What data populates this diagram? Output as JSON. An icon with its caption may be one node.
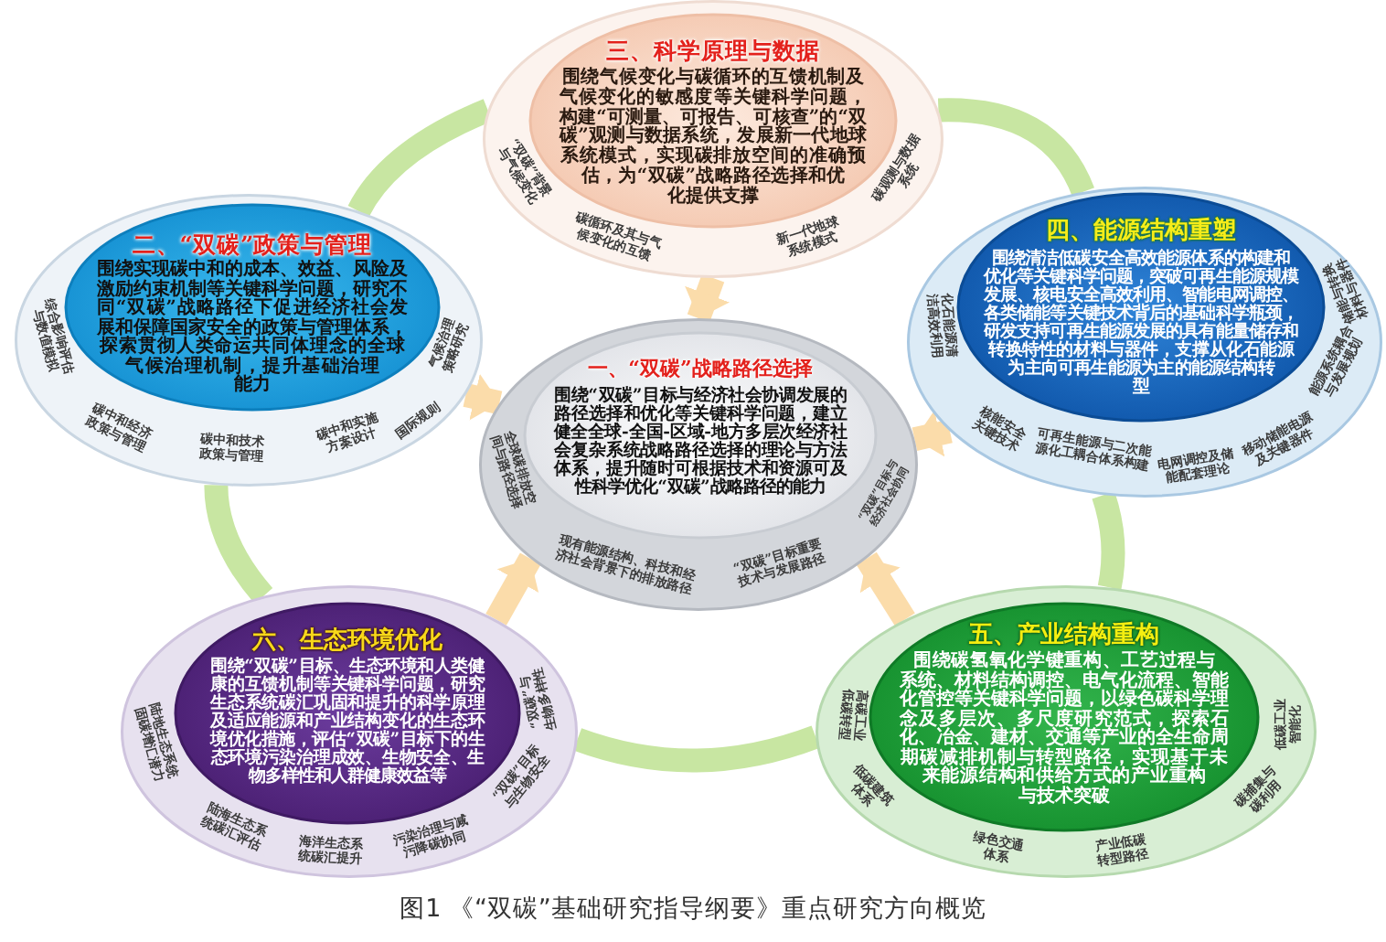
{
  "diagram": {
    "caption": "图1 《“双碳”基础研究指导纲要》重点研究方向概览",
    "nodes": [
      {
        "text": [
          "三、科学原理与数据",
          "围绕气候变化与碳循环的互馈机制及气候变化的敏感度等关键科学问题，构建“可测量、可报告、可核查”的“双碳”观测与数据系统，发展新一代地球系统模式，实现碳排放空间的准确预估，为“双碳”战略路径选择和优化提供支撑",
          "“双碳”背景与气候变化",
          "碳循环及其与气候变化的互馈",
          "新一代地球系统模式",
          "碳观测与数据系统"
        ]
      },
      {
        "text": [
          "二、“双碳”政策与管理",
          "围绕实现碳中和的成本、效益、风险及激励约束机制等关键科学问题，研究不同“双碳”战略路径下促进经济社会发展和保障国家安全的政策与管理体系，探索贯彻人类命运共同体理念的全球气候治理机制，提升基础治理能力",
          "综合影响评估与数值模拟",
          "碳中和经济政策与管理",
          "碳中和技术政策与管理",
          "碳中和实施方案设计",
          "气候治理策略研究",
          "国际规则"
        ]
      },
      {
        "text": [
          "四、能源结构重塑",
          "围绕清洁低碳安全高效能源体系的构建和优化等关键科学问题，突破可再生能源规模发展、核电安全高效利用、智能电网调控、各类储能等关键技术背后的基础科学瓶颈，研发支持可再生能源发展的具有能量储存和转换特性的材料与器件，支撑从化石能源为主向可再生能源为主的能源结构转型",
          "化石能源清洁高效利用",
          "核能安全关键技术",
          "可再生能源与二次能源化工耦合体系构建",
          "电网调控及储能配套理论",
          "移动储能电源及关键器件",
          "能源系统耦合与发展规划",
          "储能与转换材料与器件"
        ]
      },
      {
        "text": [
          "一、“双碳”战略路径选择",
          "围绕“双碳”目标与经济社会协调发展的路径选择和优化等关键科学问题，建立健全全球-全国-区域-地方多层次经济社会复杂系统战略路径选择的理论与方法体系，提升随时可根据技术和资源可及性科学优化“双碳”战略路径的能力",
          "全球碳排放空间与路径选择",
          "现有能源结构、科技和经济社会背景下的排放路径",
          "“双碳”目标重要技术与发展路径",
          "“双碳”目标与经济社会协同"
        ]
      },
      {
        "text": [
          "六、生态环境优化",
          "围绕“双碳”目标、生态环境和人类健康的互馈机制等关键科学问题，研究生态系统碳汇巩固和提升的科学原理及适应能源和产业结构变化的生态环境优化措施，评估“双碳”目标下的生态环境污染治理成效、生物安全、生物多样性和人群健康效益等",
          "陆地生态系统固碳增汇潜力",
          "陆海生态系统碳汇评估",
          "海洋生态系统碳汇提升",
          "污染治理与减污降碳协同",
          "“双碳”目标与生物安全",
          "“双碳”与生物多样性"
        ]
      },
      {
        "text": [
          "五、产业结构重构",
          "围绕碳氢氧化学键重构、工艺过程与系统、材料结构调控、电气化流程、智能化管控等关键科学问题，以绿色碳科学理念及多层次、多尺度研究范式，探索石化、冶金、建材、交通等产业的全生命周期碳减排机制与转型路径，实现基于未来能源结构和供给方式的产业重构与技术突破",
          "高碳工业低碳转型",
          "低碳建筑体系",
          "绿色交通体系",
          "产业低碳转型路径",
          "碳捕集与碳利用",
          "低碳工业智能化"
        ]
      }
    ],
    "edges": [
      {
        "from": 0,
        "to": 2,
        "arrow": "none",
        "color": "#c8e6a2"
      },
      {
        "from": 2,
        "to": 5,
        "arrow": "none",
        "color": "#c8e6a2"
      },
      {
        "from": 5,
        "to": 4,
        "arrow": "none",
        "color": "#c8e6a2"
      },
      {
        "from": 4,
        "to": 1,
        "arrow": "none",
        "color": "#c8e6a2"
      },
      {
        "from": 1,
        "to": 0,
        "arrow": "none",
        "color": "#c8e6a2"
      },
      {
        "from": 0,
        "to": 3,
        "arrow": "to",
        "color": "#fbdcaa"
      },
      {
        "from": 1,
        "to": 3,
        "arrow": "to",
        "color": "#fbdcaa"
      },
      {
        "from": 2,
        "to": 3,
        "arrow": "to",
        "color": "#fbdcaa"
      },
      {
        "from": 4,
        "to": 3,
        "arrow": "to",
        "color": "#fbdcaa"
      },
      {
        "from": 5,
        "to": 3,
        "arrow": "to",
        "color": "#fbdcaa"
      }
    ]
  }
}
